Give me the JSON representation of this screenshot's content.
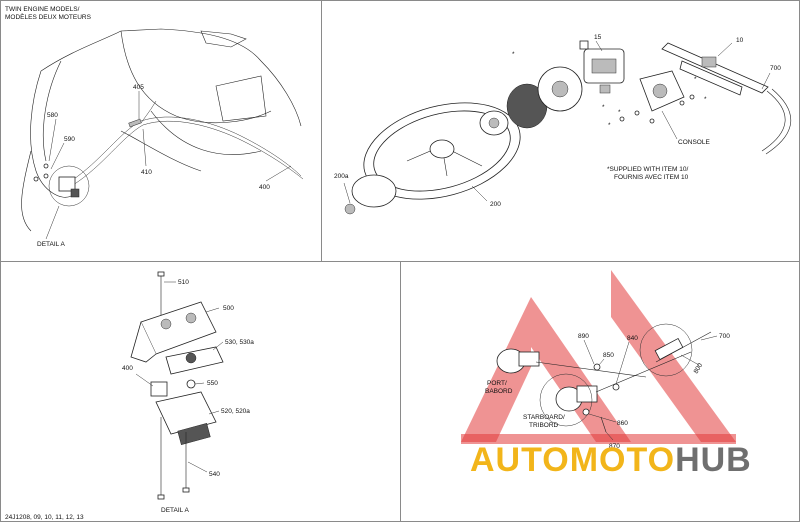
{
  "panels": {
    "top_left": {
      "header_line1": "TWIN ENGINE MODELS/",
      "header_line2": "MODÈLES DEUX MOTEURS",
      "labels": {
        "l580": "580",
        "l590": "590",
        "l405": "405",
        "l410": "410",
        "l400": "400",
        "detail": "DETAIL A"
      }
    },
    "top_right": {
      "labels": {
        "l15": "15",
        "l10": "10",
        "l700": "700",
        "console": "CONSOLE",
        "l200": "200",
        "l200a": "200a"
      },
      "star_marks": [
        "*",
        "*",
        "*",
        "*",
        "*",
        "*"
      ],
      "note_line1": "*SUPPLIED WITH ITEM 10/",
      "note_line2": "FOURNIS AVEC ITEM 10"
    },
    "bottom_left": {
      "labels": {
        "l510": "510",
        "l500": "500",
        "l530": "530, 530a",
        "l400": "400",
        "l550": "550",
        "l520": "520, 520a",
        "l540": "540",
        "detail": "DETAIL A"
      },
      "footer": "24J1208, 09, 10, 11, 12, 13"
    },
    "bottom_right": {
      "labels": {
        "l890": "890",
        "l850": "850",
        "l840": "840",
        "l700": "700",
        "l800": "800",
        "port1": "PORT/",
        "port2": "BABORD",
        "star1": "STARBOARD/",
        "star2": "TRIBORD",
        "l860": "860",
        "l870": "870"
      }
    }
  },
  "watermark": {
    "part1": "AUTOMOTO",
    "part2": "HUB"
  },
  "colors": {
    "frame": "#8a8a8a",
    "lines": "#222222",
    "watermark_red": "#e23a3a",
    "watermark_yellow": "#f2b51a",
    "watermark_grey": "#6f6f6f"
  }
}
